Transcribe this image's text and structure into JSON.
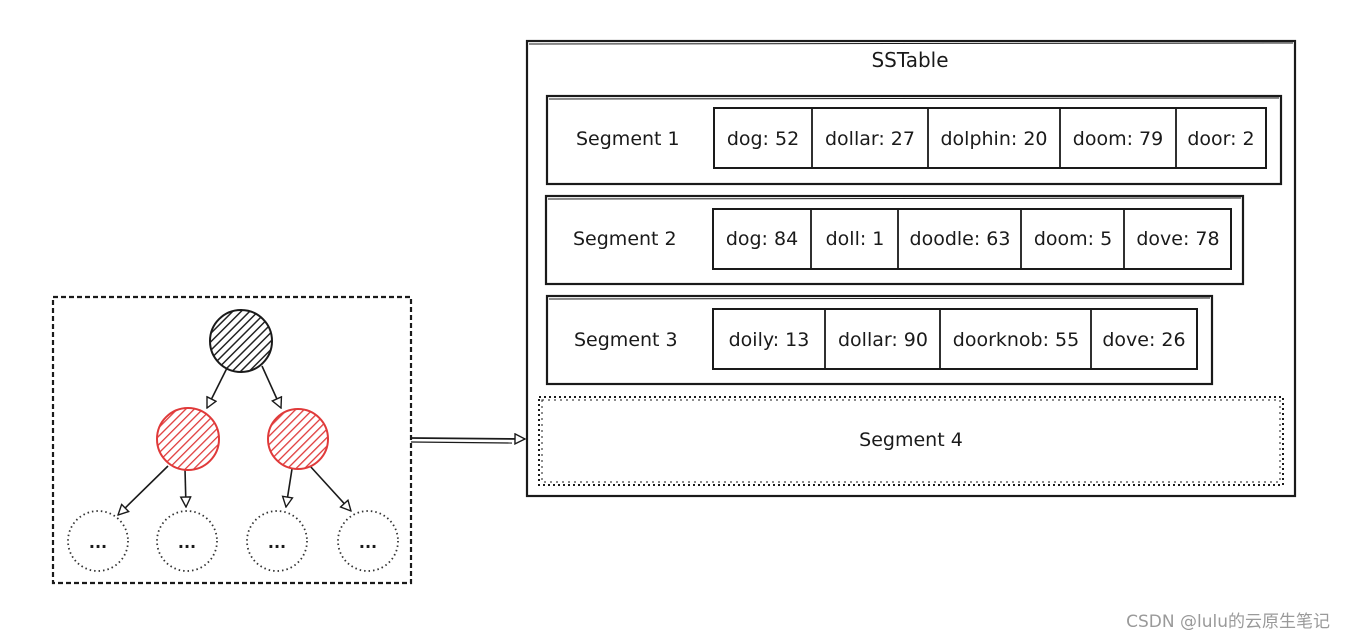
{
  "sstable": {
    "title": "SSTable",
    "segments": [
      {
        "label": "Segment 1",
        "entries": [
          "dog: 52",
          "dollar: 27",
          "dolphin: 20",
          "doom: 79",
          "door: 2"
        ]
      },
      {
        "label": "Segment 2",
        "entries": [
          "dog: 84",
          "doll: 1",
          "doodle: 63",
          "doom: 5",
          "dove: 78"
        ]
      },
      {
        "label": "Segment 3",
        "entries": [
          "doily: 13",
          "dollar: 90",
          "doorknob: 55",
          "dove: 26"
        ]
      }
    ],
    "pending_segment": {
      "label": "Segment 4"
    }
  },
  "tree": {
    "leaf_label": "...",
    "node_colors": {
      "black": "#222222",
      "red": "#e03a3a",
      "leaf": "#666666"
    }
  },
  "watermark": "CSDN @lulu的云原生笔记"
}
